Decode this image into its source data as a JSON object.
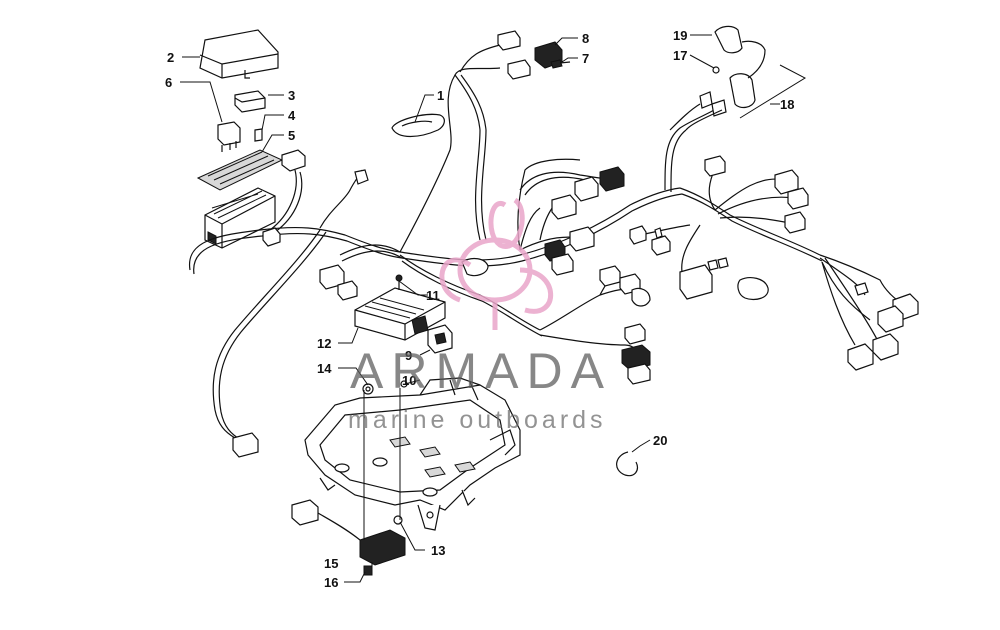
{
  "watermark": {
    "title": "ARMADA",
    "subtitle": "marine outboards",
    "logo_color": "#e9a5c9",
    "text_color": "#5a5a5a"
  },
  "callouts": [
    "1",
    "2",
    "3",
    "4",
    "5",
    "6",
    "7",
    "8",
    "9",
    "10",
    "11",
    "12",
    "13",
    "14",
    "15",
    "16",
    "17",
    "18",
    "19",
    "20"
  ]
}
